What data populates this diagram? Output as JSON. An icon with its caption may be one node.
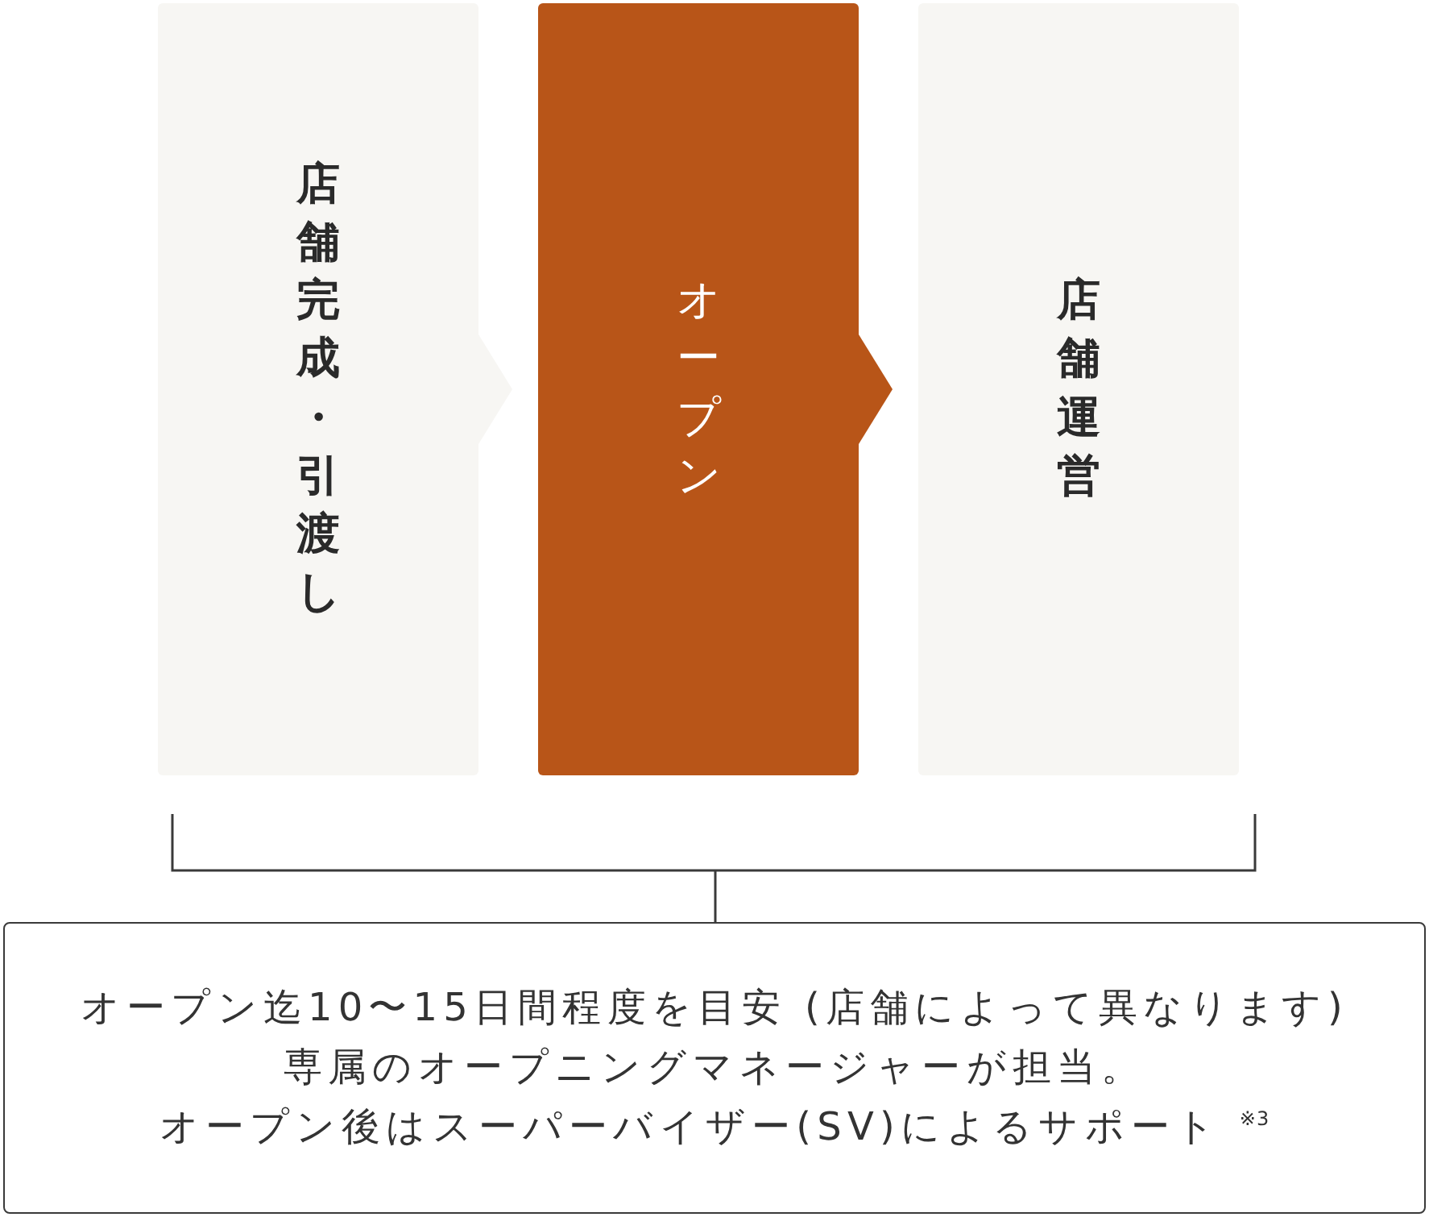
{
  "diagram": {
    "nodes": [
      {
        "text": [
          "店舗完成・引渡し"
        ]
      },
      {
        "text": [
          "オープン"
        ]
      },
      {
        "text": [
          "店舗運営"
        ]
      },
      {
        "text": [
          "オープン迄10〜15日間程度を目安 (店舗によって異なります)",
          "専属のオープニングマネージャーが担当。",
          "オープン後はスーパーバイザー(SV)によるサポート $^{※3}$"
        ]
      }
    ],
    "edges": [
      {
        "from": 0,
        "to": 1,
        "arrow": "to",
        "color": "#f7f6f3"
      },
      {
        "from": 1,
        "to": 2,
        "arrow": "to",
        "color": "#b85518"
      }
    ]
  }
}
